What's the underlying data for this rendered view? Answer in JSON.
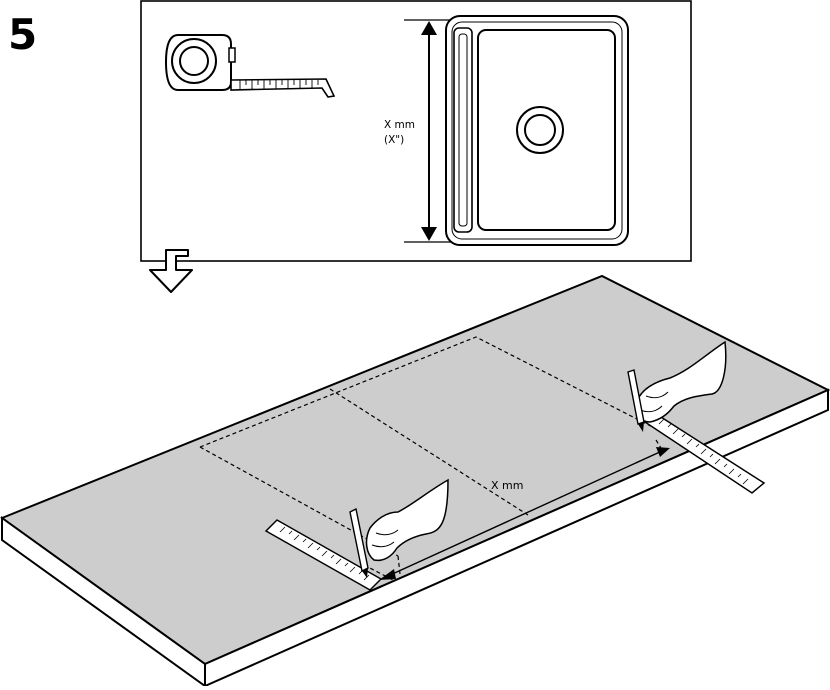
{
  "step": {
    "number": "5"
  },
  "detail": {
    "dimension_label": "X mm",
    "dimension_label_inch": "(X\")"
  },
  "countertop": {
    "dimension_label": "X mm"
  },
  "colors": {
    "outline": "#000000",
    "surface": "#cdcdcd",
    "background": "#ffffff",
    "skin": "#ffffff"
  }
}
